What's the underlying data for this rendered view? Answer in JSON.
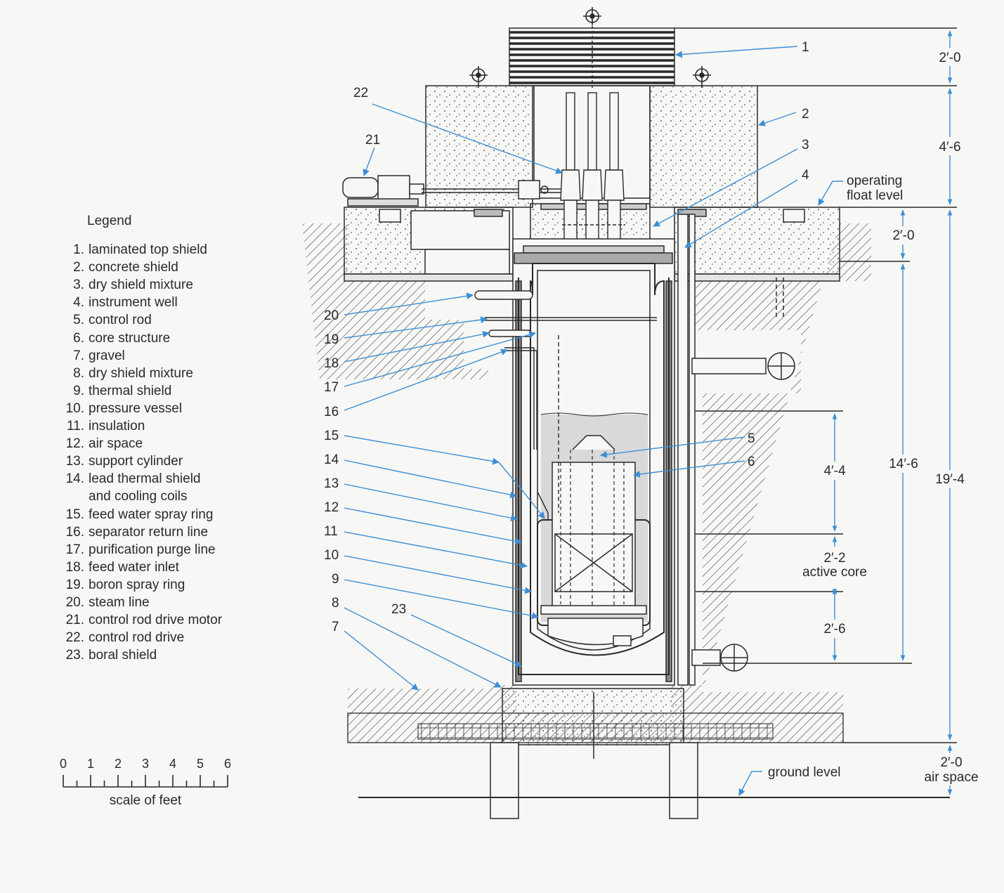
{
  "legend": {
    "title": "Legend",
    "items": [
      {
        "num": "1.",
        "label": "laminated top shield"
      },
      {
        "num": "2.",
        "label": "concrete shield"
      },
      {
        "num": "3.",
        "label": "dry shield mixture"
      },
      {
        "num": "4.",
        "label": "instrument well"
      },
      {
        "num": "5.",
        "label": "control rod"
      },
      {
        "num": "6.",
        "label": "core structure"
      },
      {
        "num": "7.",
        "label": "gravel"
      },
      {
        "num": "8.",
        "label": "dry shield mixture"
      },
      {
        "num": "9.",
        "label": "thermal shield"
      },
      {
        "num": "10.",
        "label": "pressure vessel"
      },
      {
        "num": "11.",
        "label": "insulation"
      },
      {
        "num": "12.",
        "label": "air space"
      },
      {
        "num": "13.",
        "label": "support cylinder"
      },
      {
        "num": "14.",
        "label": "lead thermal shield"
      },
      {
        "num": "",
        "label": "and cooling coils"
      },
      {
        "num": "15.",
        "label": "feed water spray ring"
      },
      {
        "num": "16.",
        "label": "separator return line"
      },
      {
        "num": "17.",
        "label": "purification purge line"
      },
      {
        "num": "18.",
        "label": "feed water inlet"
      },
      {
        "num": "19.",
        "label": "boron spray ring"
      },
      {
        "num": "20.",
        "label": "steam line"
      },
      {
        "num": "21.",
        "label": "control rod drive motor"
      },
      {
        "num": "22.",
        "label": "control rod drive"
      },
      {
        "num": "23.",
        "label": "boral shield"
      }
    ]
  },
  "scale": {
    "ticks": [
      "0",
      "1",
      "2",
      "3",
      "4",
      "5",
      "6"
    ],
    "label": "scale of feet"
  },
  "callouts": {
    "c1": "1",
    "c2": "2",
    "c3": "3",
    "c4": "4",
    "c5": "5",
    "c6": "6",
    "c7": "7",
    "c8": "8",
    "c9": "9",
    "c10": "10",
    "c11": "11",
    "c12": "12",
    "c13": "13",
    "c14": "14",
    "c15": "15",
    "c16": "16",
    "c17": "17",
    "c18": "18",
    "c19": "19",
    "c20": "20",
    "c21": "21",
    "c22": "22",
    "c23": "23"
  },
  "annotations": {
    "operating_float_level_1": "operating",
    "operating_float_level_2": "float level",
    "ground_level": "ground level",
    "active_core": "active core"
  },
  "dimensions": {
    "top_shield": "2′-0",
    "concrete_shield": "4′-6",
    "upper_slab": "2′-0",
    "vessel_height": "14′-6",
    "overall": "19′-4",
    "above_core": "4′-4",
    "core": "2′-2",
    "below_core": "2′-6",
    "air_space_dim": "2′-0",
    "air_space_label": "air space"
  },
  "colors": {
    "leader": "#3d8fd6",
    "line": "#2a2a2a",
    "water": "#d9d9d9",
    "background": "#f7f7f5"
  }
}
